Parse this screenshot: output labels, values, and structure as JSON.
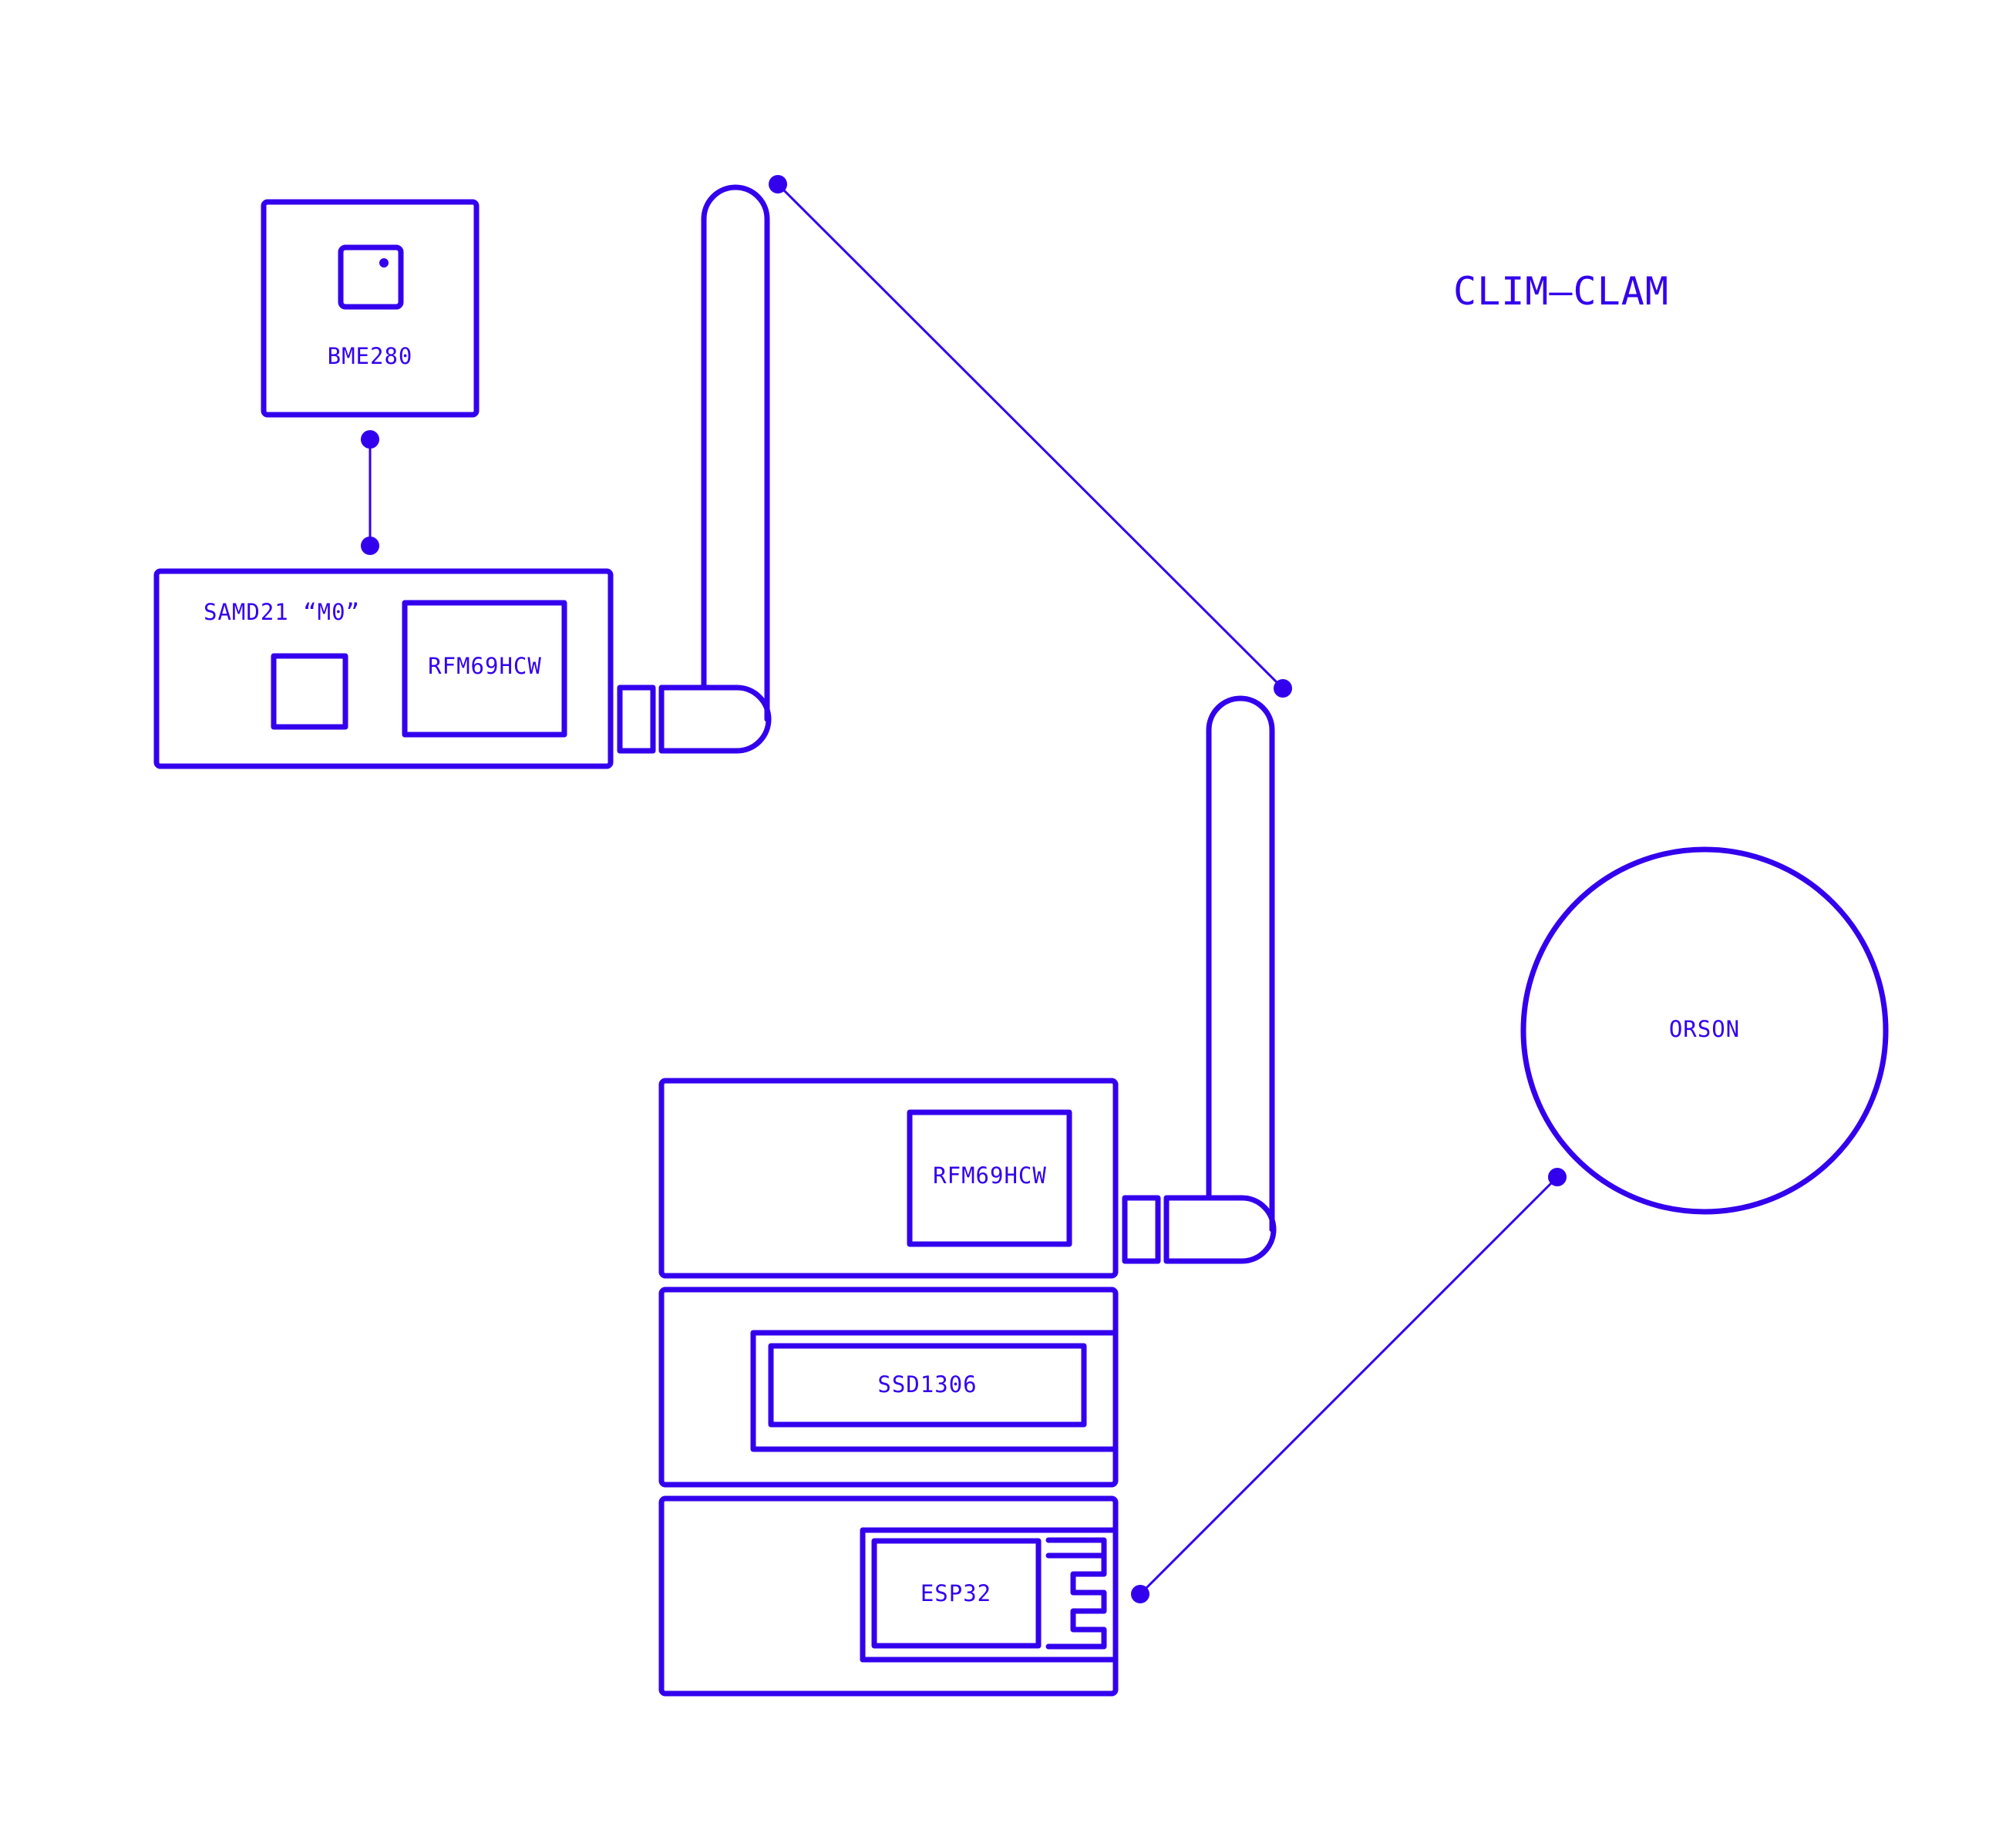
{
  "title": "CLIM–CLAM",
  "colors": {
    "ink": "#3300ee",
    "background": "#ffffff"
  },
  "labels": {
    "sensor": "BME280",
    "mcu": "SAMD21 “M0”",
    "radio_sender": "RFM69HCW",
    "radio_receiver": "RFM69HCW",
    "display": "SSD1306",
    "wifi_module": "ESP32",
    "destination": "ORSON"
  }
}
